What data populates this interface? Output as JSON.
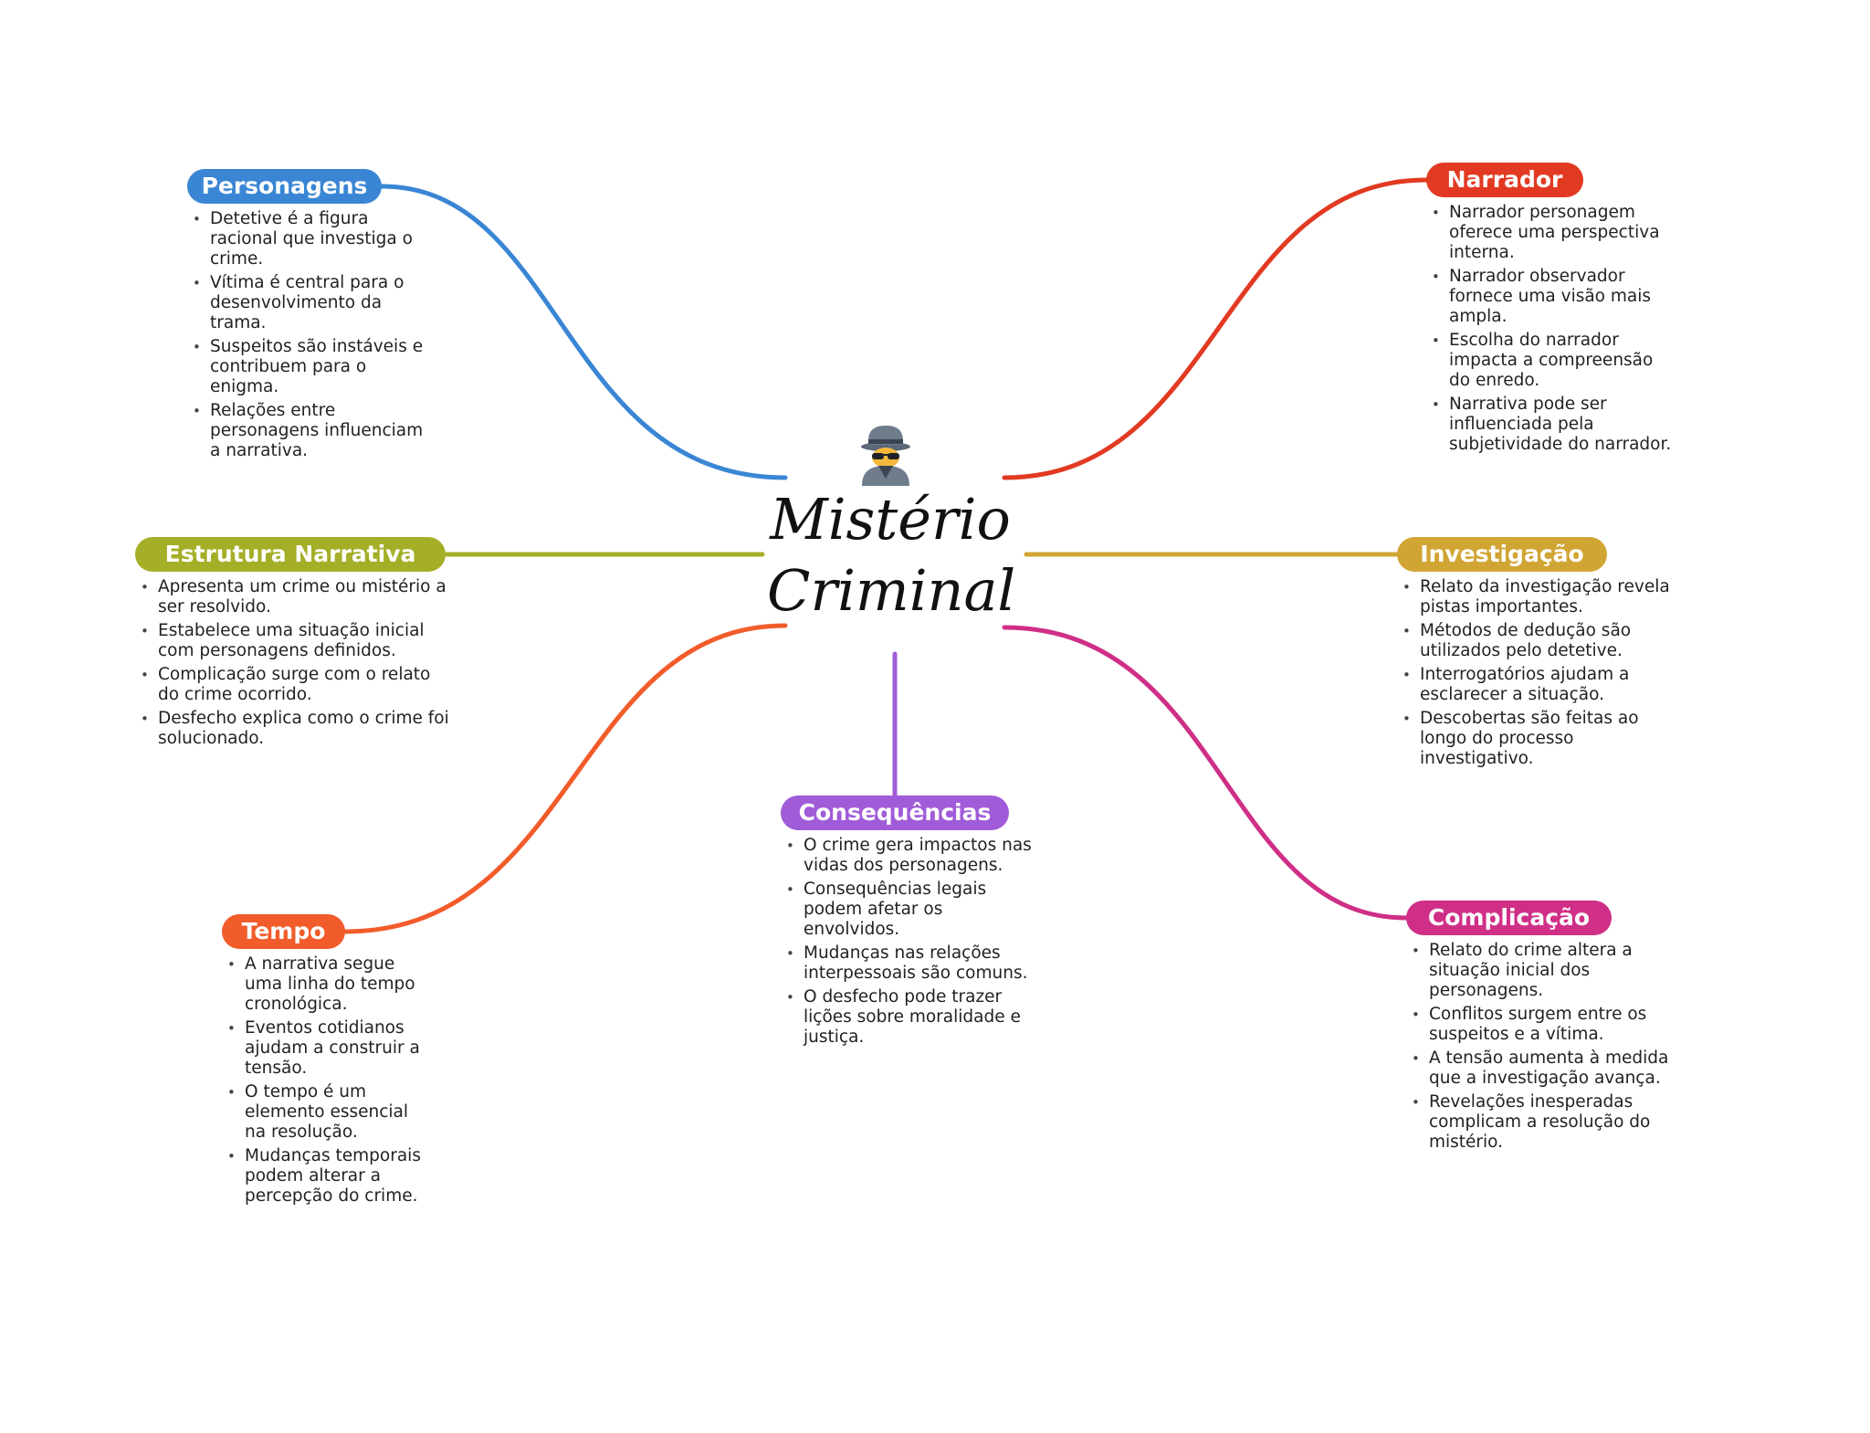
{
  "central": {
    "title_line1": "Mistério",
    "title_line2": "Criminal",
    "icon": "detective-icon"
  },
  "branches": {
    "personagens": {
      "label": "Personagens",
      "color": "#3a86d4",
      "notes": [
        "Detetive é a figura racional que investiga o crime.",
        "Vítima é central para o desenvolvimento da trama.",
        "Suspeitos são instáveis e contribuem para o enigma.",
        "Relações entre personagens influenciam a narrativa."
      ]
    },
    "estrutura": {
      "label": "Estrutura Narrativa",
      "color": "#a4ae26",
      "notes": [
        "Apresenta um crime ou mistério a ser resolvido.",
        "Estabelece uma situação inicial com personagens definidos.",
        "Complicação surge com o relato do crime ocorrido.",
        "Desfecho explica como o crime foi solucionado."
      ]
    },
    "tempo": {
      "label": "Tempo",
      "color": "#f25c2a",
      "notes": [
        "A narrativa segue uma linha do tempo cronológica.",
        "Eventos cotidianos ajudam a construir a tensão.",
        "O tempo é um elemento essencial na resolução.",
        "Mudanças temporais podem alterar a percepção do crime."
      ]
    },
    "consequencias": {
      "label": "Consequências",
      "color": "#a05cd8",
      "notes": [
        "O crime gera impactos nas vidas dos personagens.",
        "Consequências legais podem afetar os envolvidos.",
        "Mudanças nas relações interpessoais são comuns.",
        "O desfecho pode trazer lições sobre moralidade e justiça."
      ]
    },
    "narrador": {
      "label": "Narrador",
      "color": "#e23a22",
      "notes": [
        "Narrador personagem oferece uma perspectiva interna.",
        "Narrador observador fornece uma visão mais ampla.",
        "Escolha do narrador impacta a compreensão do enredo.",
        "Narrativa pode ser influenciada pela subjetividade do narrador."
      ]
    },
    "investigacao": {
      "label": "Investigação",
      "color": "#d1a534",
      "notes": [
        "Relato da investigação revela pistas importantes.",
        "Métodos de dedução são utilizados pelo detetive.",
        "Interrogatórios ajudam a esclarecer a situação.",
        "Descobertas são feitas ao longo do processo investigativo."
      ]
    },
    "complicacao": {
      "label": "Complicação",
      "color": "#cf2f87",
      "notes": [
        "Relato do crime altera a situação inicial dos personagens.",
        "Conflitos surgem entre os suspeitos e a vítima.",
        "A tensão aumenta à medida que a investigação avança.",
        "Revelações inesperadas complicam a resolução do mistério."
      ]
    }
  }
}
